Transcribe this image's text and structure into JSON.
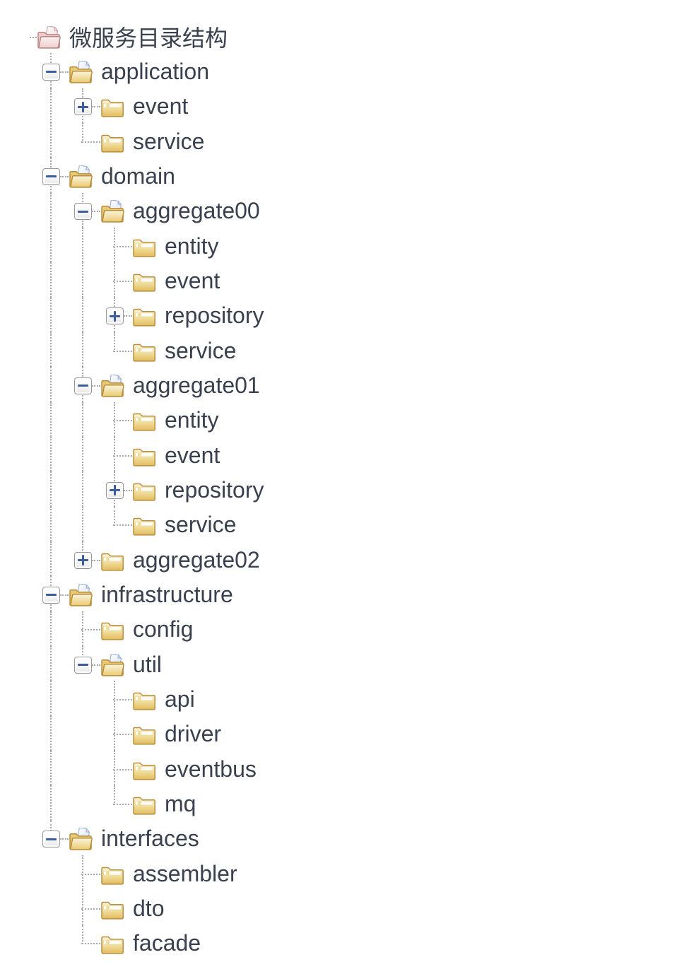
{
  "window": {
    "background": "#FFFFFF"
  },
  "colors": {
    "text": "#39414E",
    "connector": "#A9A9A9",
    "expander_border": "#999999",
    "expander_glyph": "#3D5C9C",
    "folder_border": "#B98F3E",
    "folder_body_light": "#FAF3D8",
    "folder_body_mid": "#F1DF9E",
    "folder_body_dark": "#E2BC5F",
    "folder_front_light": "#FBF5DF",
    "folder_front_dark": "#EBCB72",
    "folder_back_open": "#EACA74",
    "folder_slot_white": "#FEFCF4",
    "folder_slot_notch": "#F0DC9A",
    "paper_fill_light": "#FDFEFF",
    "paper_fill_dark": "#DCE6F4",
    "paper_border": "#9FB3D4",
    "root_border": "#BC8686",
    "root_back": "#EDCDCD",
    "root_front_light": "#FBF1F1",
    "root_front_dark": "#EDD0D0",
    "root_paper_light": "#FEFCFC",
    "root_paper_dark": "#F0DEDE",
    "root_paper_border": "#C9A3A3"
  },
  "tree": {
    "label": "微服务目录结构",
    "icon": "project-root",
    "expandable": true,
    "expanded": true,
    "children": [
      {
        "label": "application",
        "icon": "folder-open",
        "expandable": true,
        "expanded": true,
        "children": [
          {
            "label": "event",
            "icon": "folder-closed",
            "expandable": true,
            "expanded": false
          },
          {
            "label": "service",
            "icon": "folder-closed",
            "expandable": false
          }
        ]
      },
      {
        "label": "domain",
        "icon": "folder-open",
        "expandable": true,
        "expanded": true,
        "children": [
          {
            "label": "aggregate00",
            "icon": "folder-open",
            "expandable": true,
            "expanded": true,
            "children": [
              {
                "label": "entity",
                "icon": "folder-closed",
                "expandable": false
              },
              {
                "label": "event",
                "icon": "folder-closed",
                "expandable": false
              },
              {
                "label": "repository",
                "icon": "folder-closed",
                "expandable": true,
                "expanded": false
              },
              {
                "label": "service",
                "icon": "folder-closed",
                "expandable": false
              }
            ]
          },
          {
            "label": "aggregate01",
            "icon": "folder-open",
            "expandable": true,
            "expanded": true,
            "children": [
              {
                "label": "entity",
                "icon": "folder-closed",
                "expandable": false
              },
              {
                "label": "event",
                "icon": "folder-closed",
                "expandable": false
              },
              {
                "label": "repository",
                "icon": "folder-closed",
                "expandable": true,
                "expanded": false
              },
              {
                "label": "service",
                "icon": "folder-closed",
                "expandable": false
              }
            ]
          },
          {
            "label": "aggregate02",
            "icon": "folder-closed",
            "expandable": true,
            "expanded": false
          }
        ]
      },
      {
        "label": "infrastructure",
        "icon": "folder-open",
        "expandable": true,
        "expanded": true,
        "children": [
          {
            "label": "config",
            "icon": "folder-closed",
            "expandable": false
          },
          {
            "label": "util",
            "icon": "folder-open",
            "expandable": true,
            "expanded": true,
            "children": [
              {
                "label": "api",
                "icon": "folder-closed",
                "expandable": false
              },
              {
                "label": "driver",
                "icon": "folder-closed",
                "expandable": false
              },
              {
                "label": "eventbus",
                "icon": "folder-closed",
                "expandable": false
              },
              {
                "label": "mq",
                "icon": "folder-closed",
                "expandable": false
              }
            ]
          }
        ]
      },
      {
        "label": "interfaces",
        "icon": "folder-open",
        "expandable": true,
        "expanded": true,
        "children": [
          {
            "label": "assembler",
            "icon": "folder-closed",
            "expandable": false
          },
          {
            "label": "dto",
            "icon": "folder-closed",
            "expandable": false
          },
          {
            "label": "facade",
            "icon": "folder-closed",
            "expandable": false
          }
        ]
      }
    ]
  }
}
